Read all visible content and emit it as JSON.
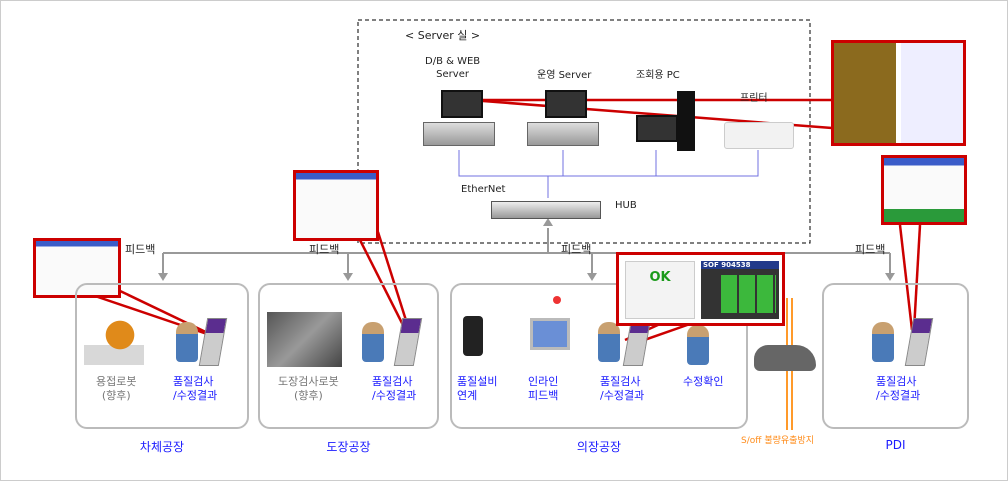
{
  "server_room": {
    "title": "< Server 실 >",
    "db_web_server": "D/B & WEB\nServer",
    "ops_server": "운영 Server",
    "query_pc": "조회용 PC",
    "printer": "프린터",
    "ethernet": "EtherNet",
    "hub": "HUB"
  },
  "feedback_label": "피드백",
  "factories": [
    {
      "name": "차체공장",
      "items": [
        {
          "label": "용접로봇\n(향후)",
          "style": "gray"
        },
        {
          "label": "품질검사\n/수정결과",
          "style": "blue"
        }
      ]
    },
    {
      "name": "도장공장",
      "items": [
        {
          "label": "도장검사로봇\n(향후)",
          "style": "gray"
        },
        {
          "label": "품질검사\n/수정결과",
          "style": "blue"
        }
      ]
    },
    {
      "name": "의장공장",
      "items": [
        {
          "label": "품질설비\n연계",
          "style": "blue"
        },
        {
          "label": "인라인\n피드백",
          "style": "blue"
        },
        {
          "label": "품질검사\n/수정결과",
          "style": "blue"
        },
        {
          "label": "수정확인",
          "style": "blue"
        }
      ]
    },
    {
      "name": "PDI",
      "items": [
        {
          "label": "품질검사\n/수정결과",
          "style": "blue"
        }
      ]
    }
  ],
  "soff_label": "S/off 불량유출방지",
  "inset_screen": {
    "ok": "OK",
    "code": "SOF 904538"
  },
  "colors": {
    "callout": "#cc0000",
    "text_blue": "#1a1aff",
    "soff": "#ff8c1a",
    "network": "#8080ff"
  }
}
